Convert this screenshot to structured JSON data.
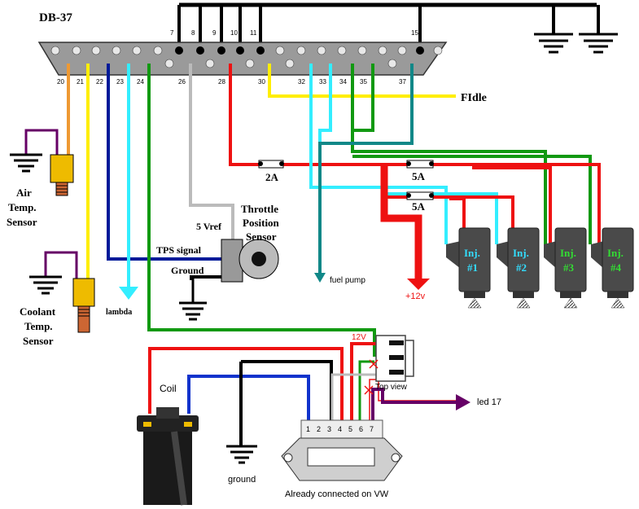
{
  "connector": {
    "title": "DB-37",
    "top_pins": [
      "7",
      "8",
      "9",
      "10",
      "11",
      "15"
    ],
    "bottom_pins": [
      "20",
      "21",
      "22",
      "23",
      "24",
      "26",
      "28",
      "30",
      "32",
      "33",
      "34",
      "35",
      "37"
    ]
  },
  "labels": {
    "fidle": "FIdle",
    "fuse_2a": "2A",
    "fuse_5a_1": "5A",
    "fuse_5a_2": "5A",
    "air_temp": [
      "Air",
      "Temp.",
      "Sensor"
    ],
    "coolant_temp": [
      "Coolant",
      "Temp.",
      "Sensor"
    ],
    "lambda": "lambda",
    "vref": "5 Vref",
    "tps": [
      "Throttle",
      "Position",
      "Sensor"
    ],
    "tps_signal": "TPS signal",
    "tps_ground": "Ground",
    "fuel_pump": "fuel pump",
    "plus12v": "+12v",
    "coil": "Coil",
    "ground": "ground",
    "module_caption": "Already connected on VW",
    "module_pins": [
      "1",
      "2",
      "3",
      "4",
      "5",
      "6",
      "7"
    ],
    "relay_12v": "12V",
    "top_view": "Top view",
    "led": "led 17"
  },
  "injectors": [
    {
      "label": "Inj.",
      "num": "#1",
      "color": "#33ddff"
    },
    {
      "label": "Inj.",
      "num": "#2",
      "color": "#33ddff"
    },
    {
      "label": "Inj.",
      "num": "#3",
      "color": "#33dd33"
    },
    {
      "label": "Inj.",
      "num": "#4",
      "color": "#33dd33"
    }
  ],
  "colors": {
    "red": "#ee1111",
    "blue": "#1133cc",
    "navy": "#001a99",
    "cyan": "#33eeff",
    "green": "#119911",
    "teal": "#118888",
    "yellow": "#ffee00",
    "orange": "#ee9933",
    "gray": "#bbbbbb",
    "purple": "#660066"
  }
}
